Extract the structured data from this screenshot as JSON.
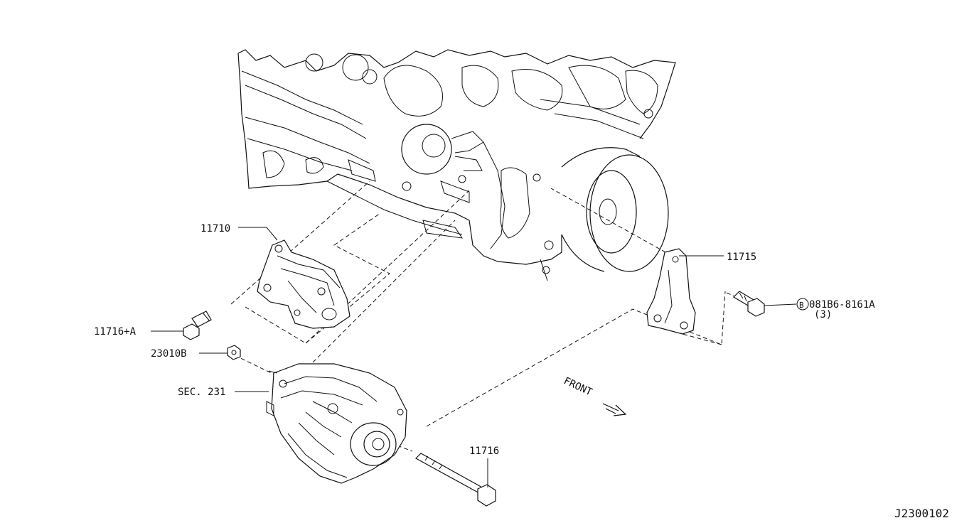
{
  "diagram": {
    "callouts": {
      "c11710": "11710",
      "c11715": "11715",
      "c11716a": "11716+A",
      "c23010b": "23010B",
      "csec": "SEC. 231",
      "c11716": "11716",
      "cbolt_ref": "081B6-8161A",
      "cbolt_qty": "(3)",
      "cbolt_prefix": "B"
    },
    "direction_label": "FRONT",
    "diagram_id": "J2300102"
  }
}
